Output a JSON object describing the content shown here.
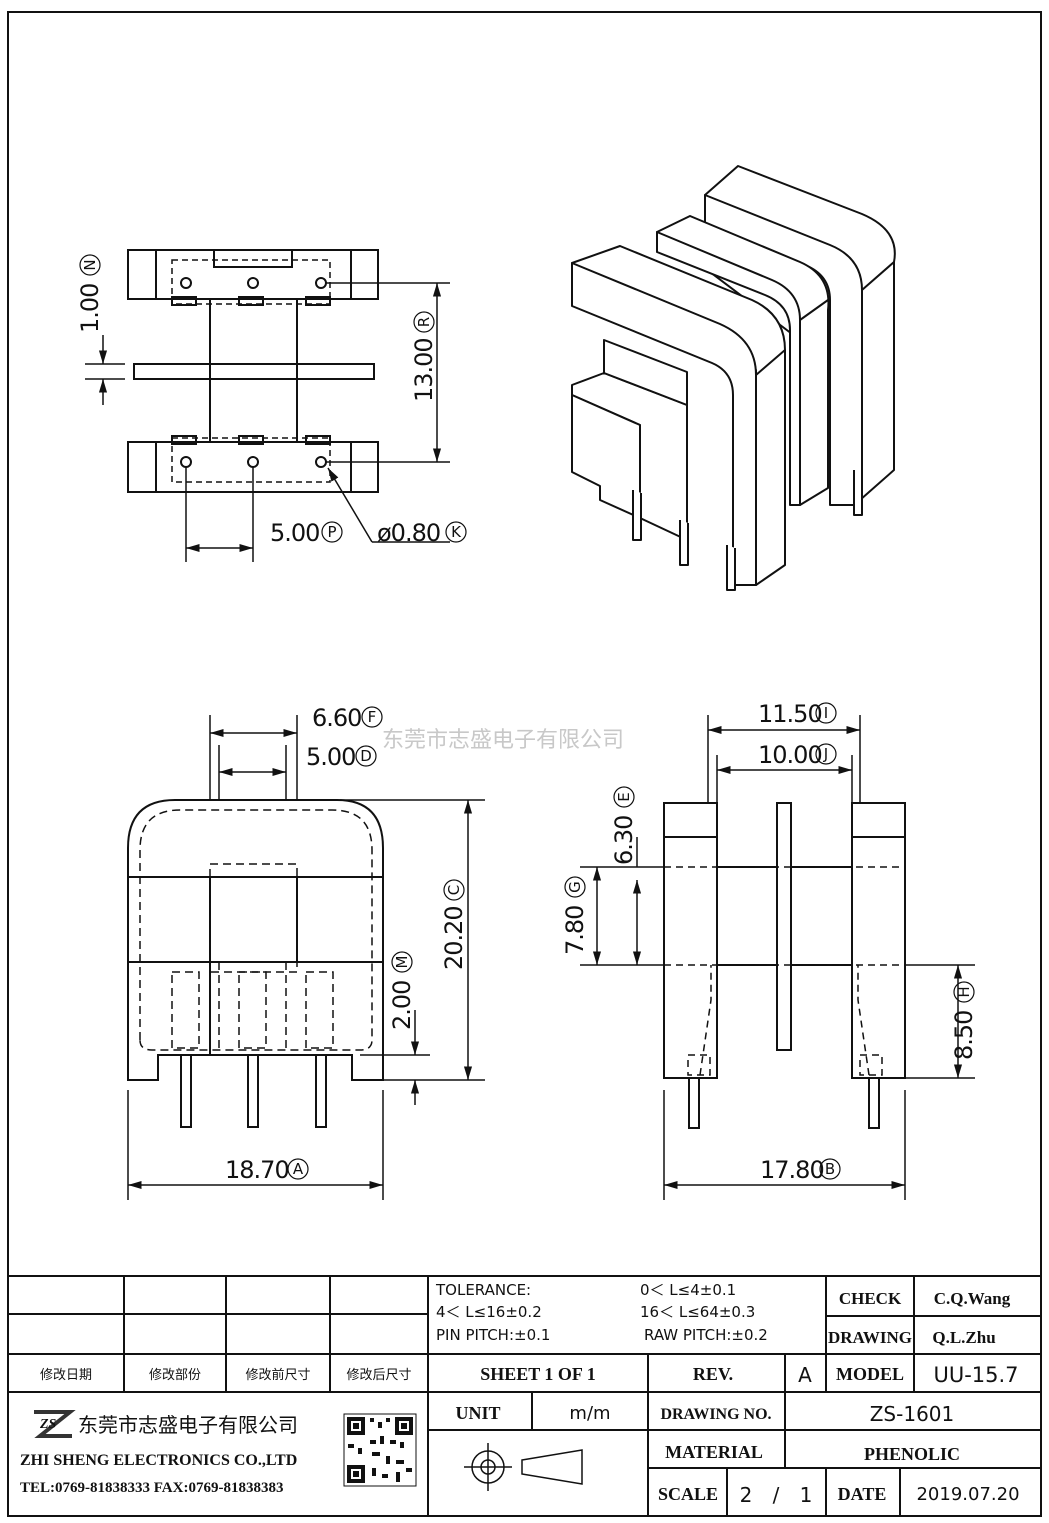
{
  "watermark": "东莞市志盛电子有限公司",
  "dimensions": {
    "n": {
      "value": "1.00",
      "tag": "N"
    },
    "r": {
      "value": "13.00",
      "tag": "R"
    },
    "p": {
      "value": "5.00",
      "tag": "P"
    },
    "k": {
      "value": "ø0.80",
      "tag": "K"
    },
    "f": {
      "value": "6.60",
      "tag": "F"
    },
    "d": {
      "value": "5.00",
      "tag": "D"
    },
    "c": {
      "value": "20.20",
      "tag": "C"
    },
    "m": {
      "value": "2.00",
      "tag": "M"
    },
    "a": {
      "value": "18.70",
      "tag": "A"
    },
    "i": {
      "value": "11.50",
      "tag": "I"
    },
    "j": {
      "value": "10.00",
      "tag": "J"
    },
    "e": {
      "value": "6.30",
      "tag": "E"
    },
    "g": {
      "value": "7.80",
      "tag": "G"
    },
    "h": {
      "value": "8.50",
      "tag": "H"
    },
    "b": {
      "value": "17.80",
      "tag": "B"
    }
  },
  "title_block": {
    "revision_headers": [
      "修改日期",
      "修改部份",
      "修改前尺寸",
      "修改后尺寸"
    ],
    "tolerance_title": "TOLERANCE:",
    "tolerance_1": "4＜ L≤16±0.2",
    "tolerance_2": "0＜ L≤4±0.1",
    "tolerance_3": "16＜ L≤64±0.3",
    "pin_pitch": "PIN PITCH:±0.1",
    "raw_pitch": "RAW PITCH:±0.2",
    "check_label": "CHECK",
    "check_value": "C.Q.Wang",
    "drawing_label": "DRAWING",
    "drawing_value": "Q.L.Zhu",
    "sheet": "SHEET 1 OF 1",
    "rev_label": "REV.",
    "rev_value": "A",
    "model_label": "MODEL",
    "model_value": "UU-15.7",
    "company_cn": "东莞市志盛电子有限公司",
    "company_en": "ZHI SHENG ELECTRONICS CO.,LTD",
    "tel_fax": "TEL:0769-81838333 FAX:0769-81838383",
    "logo_text": "ZS",
    "unit_label": "UNIT",
    "unit_value": "m/m",
    "drawing_no_label": "DRAWING NO.",
    "drawing_no_value": "ZS-1601",
    "material_label": "MATERIAL",
    "material_value": "PHENOLIC",
    "scale_label": "SCALE",
    "scale_num": "2",
    "scale_sep": "/",
    "scale_den": "1",
    "date_label": "DATE",
    "date_value": "2019.07.20"
  }
}
